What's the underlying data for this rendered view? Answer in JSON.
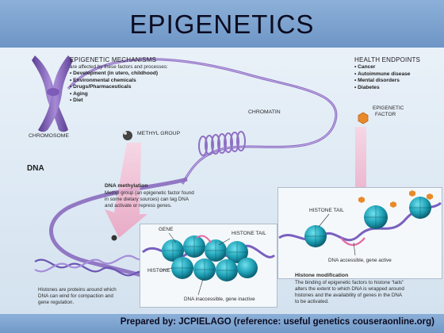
{
  "title": "EPIGENETICS",
  "mechanisms": {
    "heading": "EPIGENETIC MECHANISMS",
    "subheading": "are affected by these factors and processes:",
    "items": [
      "Development (in utero, childhood)",
      "Environmental chemicals",
      "Drugs/Pharmaceuticals",
      "Aging",
      "Diet"
    ]
  },
  "health": {
    "heading": "HEALTH ENDPOINTS",
    "items": [
      "Cancer",
      "Autoimmune disease",
      "Mental disorders",
      "Diabetes"
    ]
  },
  "labels": {
    "chromosome": "CHROMOSOME",
    "methyl_group": "METHYL GROUP",
    "chromatin": "CHROMATIN",
    "epigenetic_factor_1": "EPIGENETIC",
    "epigenetic_factor_2": "FACTOR",
    "dna": "DNA",
    "gene": "GENE",
    "histone_tail_left": "HISTONE TAIL",
    "histone_tail_right": "HISTONE TAIL",
    "histone": "HISTONE",
    "dna_inaccessible": "DNA inaccessible, gene inactive",
    "dna_accessible": "DNA accessible, gene active"
  },
  "methylation": {
    "heading": "DNA methylation",
    "lines": [
      "Methyl group (an epigenetic factor found",
      "in some dietary sources) can tag DNA",
      "and activate or repress genes."
    ]
  },
  "histones_note": {
    "lines": [
      "Histones are proteins around which",
      "DNA can wind for compaction and",
      "gene regulation."
    ]
  },
  "histone_mod": {
    "heading": "Histone modification",
    "lines": [
      "The binding of epigenetic factors to histone “tails”",
      "alters the extent to which DNA is wrapped around",
      "histones and the availability of genes in the DNA",
      "to be activated."
    ]
  },
  "footer": "Prepared by: JCPIELAGO (reference: useful genetics couseraonline.org)",
  "colors": {
    "title_bar": "#7fa5d2",
    "panel": "#e3edf6",
    "dna_purple": "#8a6bbf",
    "histone_teal": "#1f9fb2",
    "factor_orange": "#e98a2a",
    "arrow_pink": "#f3b8cf"
  }
}
